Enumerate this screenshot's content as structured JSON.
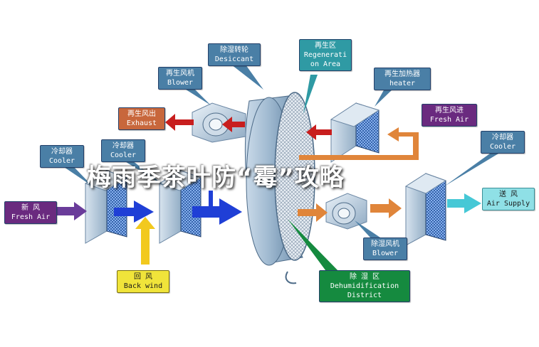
{
  "labels": {
    "desiccant": {
      "cn": "除湿转轮",
      "en": "Desiccant"
    },
    "regeneration_area": {
      "cn": "再生区",
      "en1": "Regenerati",
      "en2": "on Area"
    },
    "blower_top": {
      "cn": "再生风机",
      "en": "Blower"
    },
    "heater": {
      "cn": "再生加热器",
      "en": "heater"
    },
    "exhaust": {
      "cn": "再生风出",
      "en": "Exhaust"
    },
    "fresh_air_in": {
      "cn": "再生风进",
      "en": "Fresh Air"
    },
    "cooler_1": {
      "cn": "冷却器",
      "en": "Cooler"
    },
    "cooler_2": {
      "cn": "冷却器",
      "en": "Cooler"
    },
    "cooler_3": {
      "cn": "冷却器",
      "en": "Cooler"
    },
    "new_fresh_air": {
      "cn": "新    风",
      "en": "Fresh Air"
    },
    "air_supply": {
      "cn": "送  风",
      "en": "Air Supply"
    },
    "blower_bottom": {
      "cn": "除湿风机",
      "en": "Blower"
    },
    "back_wind": {
      "cn": "回    风",
      "en": "Back wind"
    },
    "dehumid_district": {
      "cn": "除   湿   区",
      "en1": "Dehumidification",
      "en2": "District"
    }
  },
  "overlay_title": "梅雨季茶叶防“霉”攻略",
  "colors": {
    "label_blue": "#4a7fa6",
    "label_teal": "#2f9aa4",
    "label_green": "#158a3f",
    "label_purple": "#6a2a7f",
    "label_orange": "#c8673c",
    "label_yellow": "#f0e43a",
    "label_cyan": "#8fe0e6",
    "arrow_blue": "#1f3fd6",
    "arrow_red": "#c81e1e",
    "arrow_orange": "#e0853a",
    "arrow_purple": "#6a3c9a",
    "arrow_yellow": "#f2c91e",
    "arrow_cyan": "#46c8d6"
  }
}
